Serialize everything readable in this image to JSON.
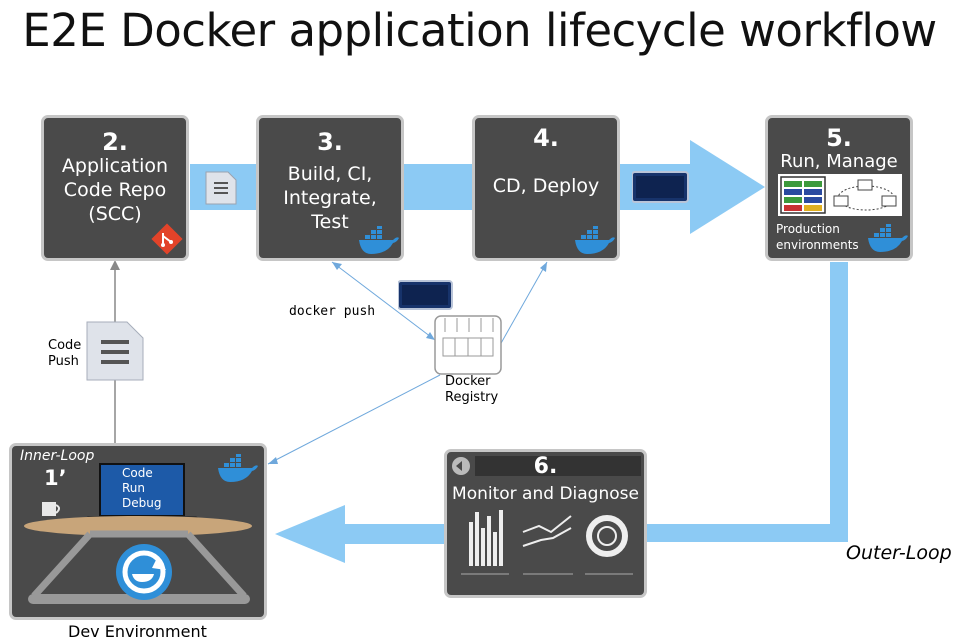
{
  "title": "E2E Docker application lifecycle workflow",
  "steps": {
    "repo": {
      "num": "2.",
      "line1": "Application",
      "line2": "Code Repo",
      "line3": "(SCC)"
    },
    "build": {
      "num": "3.",
      "line1": "Build, CI,",
      "line2": "Integrate,",
      "line3": "Test"
    },
    "deploy": {
      "num": "4.",
      "line1": "CD, Deploy"
    },
    "run": {
      "num": "5.",
      "line1": "Run, Manage",
      "sub1": "Production",
      "sub2": "environments"
    },
    "monitor": {
      "num": "6.",
      "line1": "Monitor and Diagnose"
    },
    "dev": {
      "tag": "Inner-Loop",
      "num": "1’",
      "screen1": "Code",
      "screen2": "Run",
      "screen3": "Debug",
      "caption": "Dev Environment"
    }
  },
  "labels": {
    "code_push_1": "Code",
    "code_push_2": "Push",
    "docker_push": "docker push",
    "registry_1": "Docker",
    "registry_2": "Registry",
    "outer_loop": "Outer-Loop"
  },
  "colors": {
    "box": "#4a4a4a",
    "border": "#c6c6c6",
    "arrow": "#8ccaf4",
    "thin_line": "#6fa8dc",
    "docker_blue": "#2f8fd8",
    "git_red": "#e24329",
    "container": "#17336b"
  },
  "icons": [
    "document-icon",
    "git-icon",
    "docker-whale-icon",
    "container-icon",
    "registry-icon",
    "mug-icon",
    "refresh-docker-icon",
    "back-arrow-icon",
    "bar-chart-icon",
    "line-chart-icon",
    "donut-chart-icon",
    "cluster-icon"
  ]
}
